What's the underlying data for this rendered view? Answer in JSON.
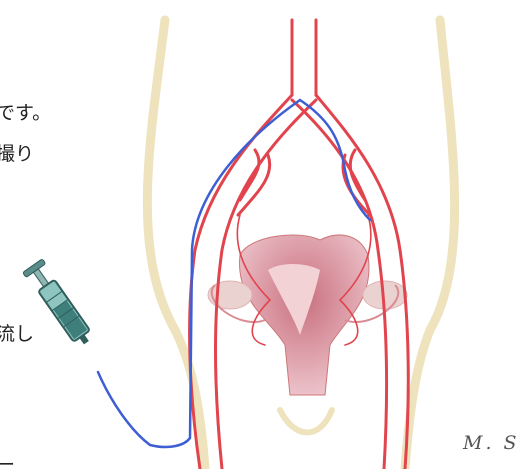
{
  "text_lines": [
    "です。",
    "撮り",
    "流し",
    "ー"
  ],
  "signature": "M. S",
  "colors": {
    "artery": "#e1444d",
    "catheter": "#3d5fd3",
    "uterus": "#d8939e",
    "body_outline": "#efe6c4",
    "syringe": "#3f7f7b"
  },
  "icons": [
    "syringe-icon"
  ]
}
